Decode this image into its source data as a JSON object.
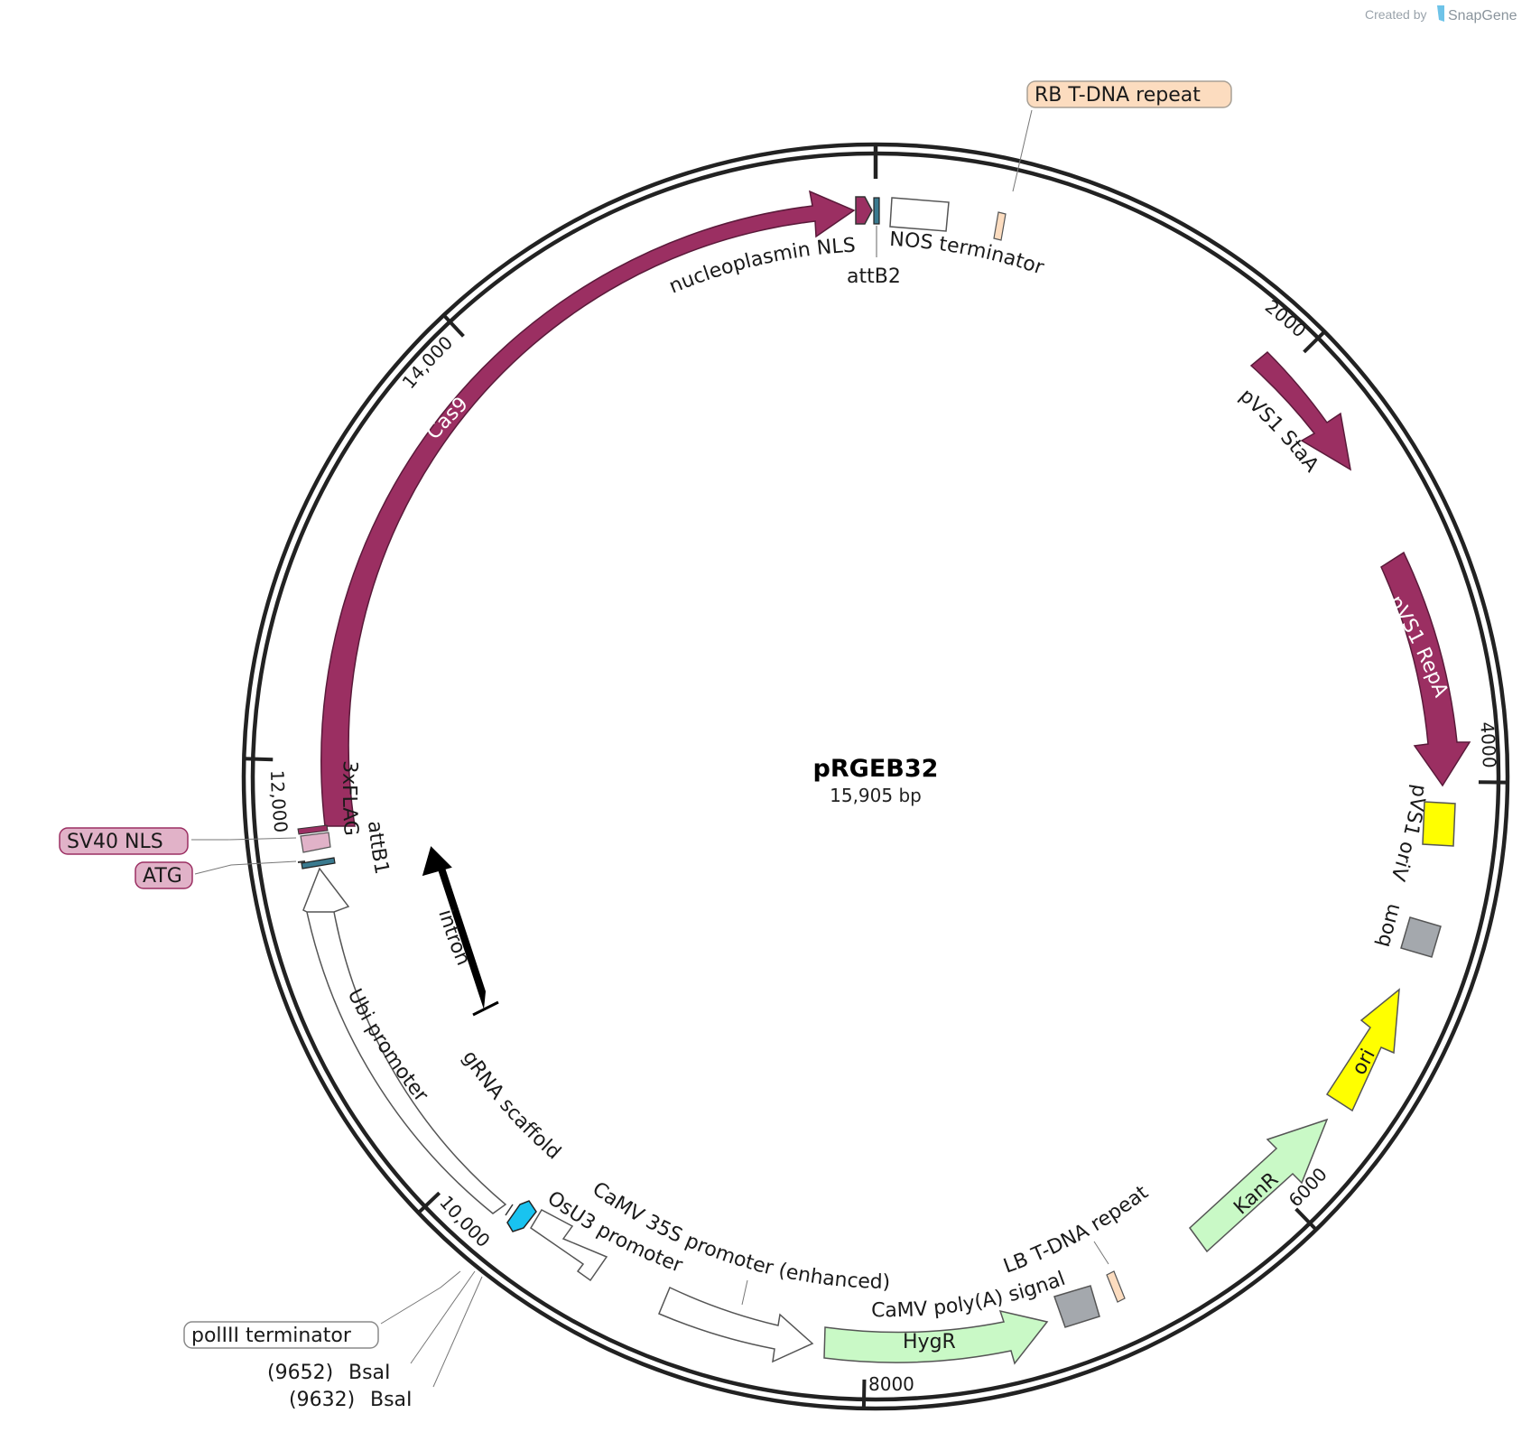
{
  "map": {
    "name": "pRGEB32",
    "length_label": "15,905 bp",
    "length_bp": 15905,
    "credit_prefix": "Created by",
    "credit_brand": "SnapGene"
  },
  "ticks": [
    {
      "bp": 0,
      "label": ""
    },
    {
      "bp": 2000,
      "label": "2000"
    },
    {
      "bp": 4000,
      "label": "4000"
    },
    {
      "bp": 6000,
      "label": "6000"
    },
    {
      "bp": 8000,
      "label": "8000"
    },
    {
      "bp": 10000,
      "label": "10,000"
    },
    {
      "bp": 12000,
      "label": "12,000"
    },
    {
      "bp": 14000,
      "label": "14,000"
    }
  ],
  "features": {
    "cas9": {
      "label": "Cas9",
      "color": "#9b2f62"
    },
    "nucleoplasmin_nls": {
      "label": "nucleoplasmin NLS",
      "color": "#9b2f62"
    },
    "attb2": {
      "label": "attB2",
      "color": "#3a7a8f"
    },
    "nos_terminator": {
      "label": "NOS terminator",
      "color": "#ffffff"
    },
    "rb_tdna_repeat": {
      "label": "RB T-DNA repeat",
      "color": "#fcdcbf"
    },
    "pvs1_staa": {
      "label": "pVS1 StaA",
      "color": "#9b2f62"
    },
    "pvs1_repa": {
      "label": "pVS1 RepA",
      "color": "#9b2f62"
    },
    "pvs1_oriv": {
      "label": "pVS1 oriV",
      "color": "#ffff00"
    },
    "bom": {
      "label": "bom",
      "color": "#a4a8ad"
    },
    "ori": {
      "label": "ori",
      "color": "#ffff00"
    },
    "kanr": {
      "label": "KanR",
      "color": "#c9f9c6"
    },
    "lb_tdna_repeat": {
      "label": "LB T-DNA repeat",
      "color": "#fcdcbf"
    },
    "camv_polya": {
      "label": "CaMV poly(A) signal",
      "color": "#a4a8ad"
    },
    "hygr": {
      "label": "HygR",
      "color": "#c9f9c6"
    },
    "camv_35s": {
      "label": "CaMV 35S promoter (enhanced)",
      "color": "#ffffff"
    },
    "osu3_promoter": {
      "label": "OsU3 promoter",
      "color": "#ffffff"
    },
    "grna_scaffold": {
      "label": "gRNA scaffold",
      "color": "#19c3f0"
    },
    "poliii_terminator": {
      "label": "polIII terminator",
      "color": "#ffffff"
    },
    "ubi_promoter": {
      "label": "Ubi promoter",
      "color": "#ffffff"
    },
    "intron": {
      "label": "intron",
      "color": "#000000"
    },
    "attb1": {
      "label": "attB1",
      "color": "#3a7a8f"
    },
    "atg": {
      "label": "ATG",
      "color": "#e1b2c8"
    },
    "sv40_nls": {
      "label": "SV40 NLS",
      "color": "#e1b2c8"
    },
    "x3flag": {
      "label": "3xFLAG",
      "color": "#9b2f62"
    }
  },
  "sites": [
    {
      "position": "(9652)",
      "enzyme": "BsaI"
    },
    {
      "position": "(9632)",
      "enzyme": "BsaI"
    }
  ]
}
